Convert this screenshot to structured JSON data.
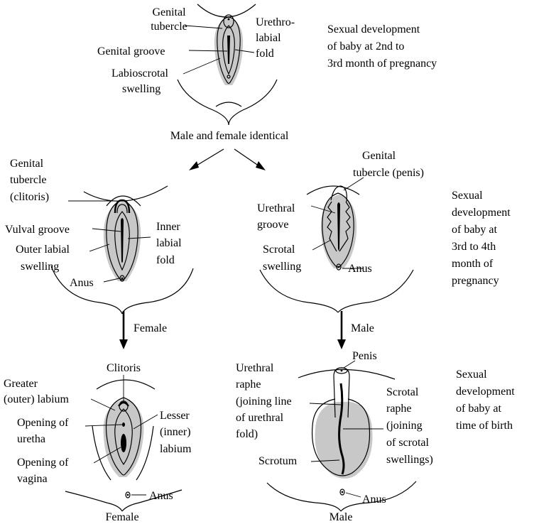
{
  "stage1": {
    "labels": {
      "genital_tubercle": [
        "Genital",
        "tubercle"
      ],
      "genital_groove": "Genital groove",
      "labioscrotal_swelling": [
        "Labioscrotal",
        "swelling"
      ],
      "urethrolabial_fold": [
        "Urethro-",
        "labial",
        "fold"
      ]
    },
    "caption": [
      "Sexual development",
      "of baby at 2nd to",
      "3rd month of pregnancy"
    ],
    "subtitle": "Male and female identical"
  },
  "stage2_female": {
    "labels": {
      "genital_tubercle": [
        "Genital",
        "tubercle",
        "(clitoris)"
      ],
      "vulval_groove": "Vulval groove",
      "outer_labial_swelling": [
        "Outer labial",
        "swelling"
      ],
      "inner_labial_fold": [
        "Inner",
        "labial",
        "fold"
      ],
      "anus": "Anus"
    },
    "arrow_label": "Female"
  },
  "stage2_male": {
    "labels": {
      "genital_tubercle": [
        "Genital",
        "tubercle (penis)"
      ],
      "urethral_groove": [
        "Urethral",
        "groove"
      ],
      "scrotal_swelling": [
        "Scrotal",
        "swelling"
      ],
      "anus": "Anus"
    },
    "caption": [
      "Sexual",
      "development",
      "of baby at",
      "3rd to 4th",
      "month of",
      "pregnancy"
    ],
    "arrow_label": "Male"
  },
  "stage3_female": {
    "labels": {
      "clitoris": "Clitoris",
      "greater_labium": [
        "Greater",
        "(outer) labium"
      ],
      "opening_urethra": [
        "Opening of",
        "uretha"
      ],
      "opening_vagina": [
        "Opening of",
        "vagina"
      ],
      "lesser_labium": [
        "Lesser",
        "(inner)",
        "labium"
      ],
      "anus": "Anus"
    },
    "title": "Female"
  },
  "stage3_male": {
    "labels": {
      "penis": "Penis",
      "urethral_raphe": [
        "Urethral",
        "raphe",
        "(joining line",
        "of urethral",
        "fold)"
      ],
      "scrotal_raphe": [
        "Scrotal",
        "raphe",
        "(joining",
        "of scrotal",
        "swellings)"
      ],
      "scrotum": "Scrotum",
      "anus": "Anus"
    },
    "caption": [
      "Sexual",
      "development",
      "of baby at",
      "time of birth"
    ],
    "title": "Male"
  }
}
